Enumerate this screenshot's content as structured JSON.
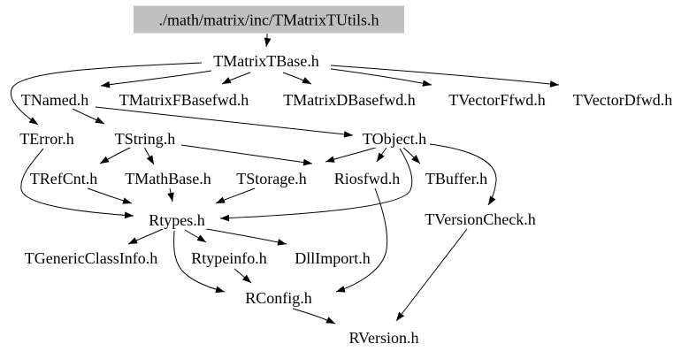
{
  "diagram": {
    "kind": "include-dependency-graph",
    "colors": {
      "background": "#ffffff",
      "edge": "#000000",
      "node_text": "#000000",
      "root_fill": "#c0c0c0"
    },
    "nodes": [
      {
        "id": "tmatrixtutils",
        "label": "./math/matrix/inc/TMatrixTUtils.h",
        "highlight": true
      },
      {
        "id": "tmatrixtbase",
        "label": "TMatrixTBase.h"
      },
      {
        "id": "tnamed",
        "label": "TNamed.h"
      },
      {
        "id": "tmatrixfbasefwd",
        "label": "TMatrixFBasefwd.h"
      },
      {
        "id": "tmatrixdbasefwd",
        "label": "TMatrixDBasefwd.h"
      },
      {
        "id": "tvectorffwd",
        "label": "TVectorFfwd.h"
      },
      {
        "id": "tvectordfwd",
        "label": "TVectorDfwd.h"
      },
      {
        "id": "terror",
        "label": "TError.h"
      },
      {
        "id": "tstring",
        "label": "TString.h"
      },
      {
        "id": "tobject",
        "label": "TObject.h"
      },
      {
        "id": "trefcnt",
        "label": "TRefCnt.h"
      },
      {
        "id": "tmathbase",
        "label": "TMathBase.h"
      },
      {
        "id": "tstorage",
        "label": "TStorage.h"
      },
      {
        "id": "riosfwd",
        "label": "Riosfwd.h"
      },
      {
        "id": "tbuffer",
        "label": "TBuffer.h"
      },
      {
        "id": "rtypes",
        "label": "Rtypes.h"
      },
      {
        "id": "tversioncheck",
        "label": "TVersionCheck.h"
      },
      {
        "id": "tgenericclassinfo",
        "label": "TGenericClassInfo.h"
      },
      {
        "id": "rtypeinfo",
        "label": "Rtypeinfo.h"
      },
      {
        "id": "dllimport",
        "label": "DllImport.h"
      },
      {
        "id": "rconfig",
        "label": "RConfig.h"
      },
      {
        "id": "rversion",
        "label": "RVersion.h"
      }
    ],
    "edges": [
      {
        "from": "tmatrixtutils",
        "to": "tmatrixtbase"
      },
      {
        "from": "tmatrixtbase",
        "to": "tnamed"
      },
      {
        "from": "tmatrixtbase",
        "to": "tmatrixfbasefwd"
      },
      {
        "from": "tmatrixtbase",
        "to": "tmatrixdbasefwd"
      },
      {
        "from": "tmatrixtbase",
        "to": "tvectorffwd"
      },
      {
        "from": "tmatrixtbase",
        "to": "tvectordfwd"
      },
      {
        "from": "tmatrixtbase",
        "to": "terror"
      },
      {
        "from": "tnamed",
        "to": "tstring"
      },
      {
        "from": "tnamed",
        "to": "tobject"
      },
      {
        "from": "tstring",
        "to": "trefcnt"
      },
      {
        "from": "tstring",
        "to": "tmathbase"
      },
      {
        "from": "tstring",
        "to": "riosfwd"
      },
      {
        "from": "tobject",
        "to": "tstorage"
      },
      {
        "from": "tobject",
        "to": "riosfwd"
      },
      {
        "from": "tobject",
        "to": "tbuffer"
      },
      {
        "from": "tobject",
        "to": "tversioncheck"
      },
      {
        "from": "tobject",
        "to": "rtypes"
      },
      {
        "from": "terror",
        "to": "rtypes"
      },
      {
        "from": "trefcnt",
        "to": "rtypes"
      },
      {
        "from": "tmathbase",
        "to": "rtypes"
      },
      {
        "from": "tstorage",
        "to": "rtypes"
      },
      {
        "from": "riosfwd",
        "to": "rconfig"
      },
      {
        "from": "rtypes",
        "to": "tgenericclassinfo"
      },
      {
        "from": "rtypes",
        "to": "rtypeinfo"
      },
      {
        "from": "rtypes",
        "to": "dllimport"
      },
      {
        "from": "rtypes",
        "to": "rconfig"
      },
      {
        "from": "rtypeinfo",
        "to": "rconfig"
      },
      {
        "from": "rconfig",
        "to": "rversion"
      },
      {
        "from": "tversioncheck",
        "to": "rversion"
      }
    ]
  }
}
